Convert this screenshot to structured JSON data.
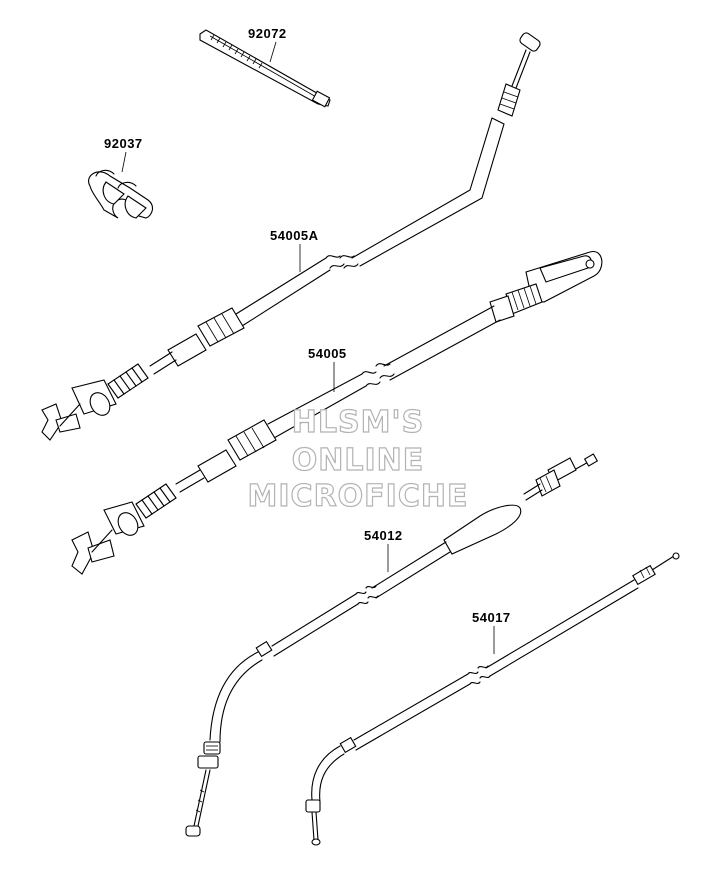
{
  "parts": [
    {
      "id": "p92072",
      "label": "92072"
    },
    {
      "id": "p92037",
      "label": "92037"
    },
    {
      "id": "p54005a",
      "label": "54005A"
    },
    {
      "id": "p54005",
      "label": "54005"
    },
    {
      "id": "p54012",
      "label": "54012"
    },
    {
      "id": "p54017",
      "label": "54017"
    }
  ],
  "watermark": {
    "line1": "HLSM'S",
    "line2": "ONLINE",
    "line3": "MICROFICHE"
  }
}
